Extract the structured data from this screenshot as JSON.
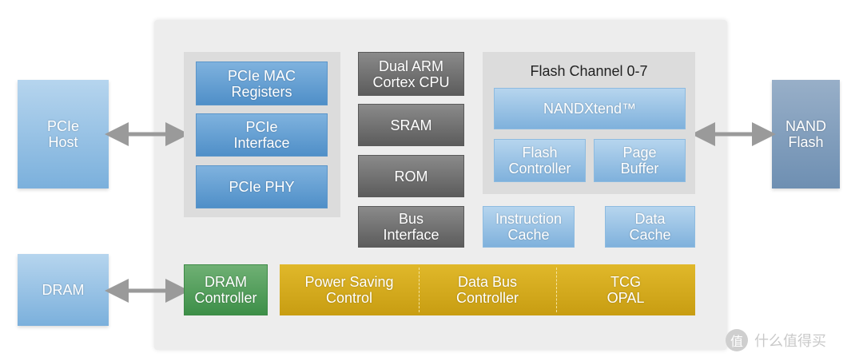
{
  "external": {
    "pcie_host": "PCIe\nHost",
    "nand_flash": "NAND\nFlash",
    "dram": "DRAM"
  },
  "pcie_panel": {
    "mac_registers": "PCIe MAC\nRegisters",
    "interface": "PCIe\nInterface",
    "phy": "PCIe PHY"
  },
  "cpu_column": {
    "cpu": "Dual ARM\nCortex CPU",
    "sram": "SRAM",
    "rom": "ROM",
    "bus_interface": "Bus\nInterface"
  },
  "flash_panel": {
    "title": "Flash Channel 0-7",
    "nandxtend": "NANDXtend™",
    "flash_controller": "Flash\nController",
    "page_buffer": "Page\nBuffer"
  },
  "caches": {
    "instruction": "Instruction\nCache",
    "data": "Data\nCache"
  },
  "bottom_row": {
    "dram_controller": "DRAM\nController",
    "power_saving": "Power Saving\nControl",
    "data_bus": "Data Bus\nController",
    "tcg": "TCG\nOPAL"
  },
  "watermark": {
    "logo": "值",
    "text": "什么值得买"
  },
  "colors": {
    "blue": "#4f8fc8",
    "gray": "#5c5c5c",
    "green": "#3d8f48",
    "yellow": "#c89d12"
  }
}
